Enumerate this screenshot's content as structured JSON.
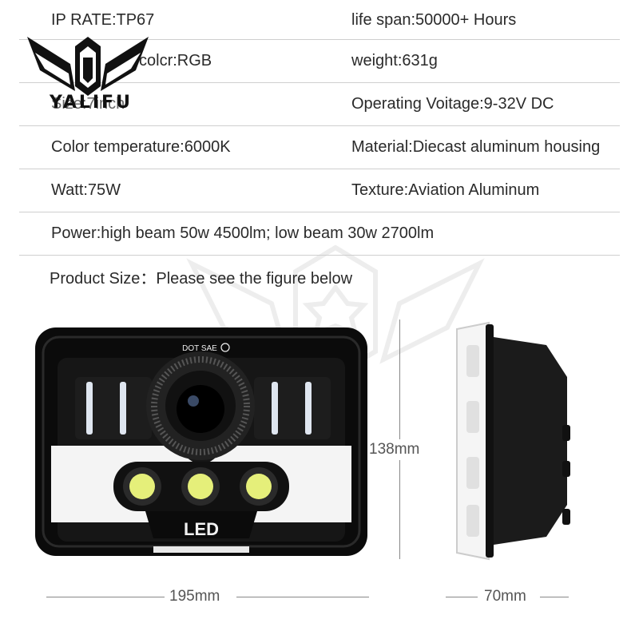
{
  "specs": {
    "row1": {
      "left": "IP RATE:TP67",
      "right": "life span:50000+ Hours"
    },
    "row2": {
      "left": "colcr:RGB",
      "right": "weight:631g"
    },
    "row3": {
      "left": "Size:7inch",
      "right": "Operating Voitage:9-32V DC"
    },
    "row4": {
      "left": "Color temperature:6000K",
      "right": "Material:Diecast aluminum housing"
    },
    "row5": {
      "left": "Watt:75W",
      "right": "Texture:Aviation Aluminum"
    },
    "row6": {
      "left": "Power:high beam 50w 4500lm; low beam 30w 2700lm"
    }
  },
  "product_size_label": "Product Size：Please see the figure below",
  "logo": {
    "text": "YALIFU"
  },
  "headlight": {
    "cert_text": "DOT SAE",
    "led_text": "LED"
  },
  "dimensions": {
    "height": "138mm",
    "width": "195mm",
    "depth": "70mm"
  }
}
